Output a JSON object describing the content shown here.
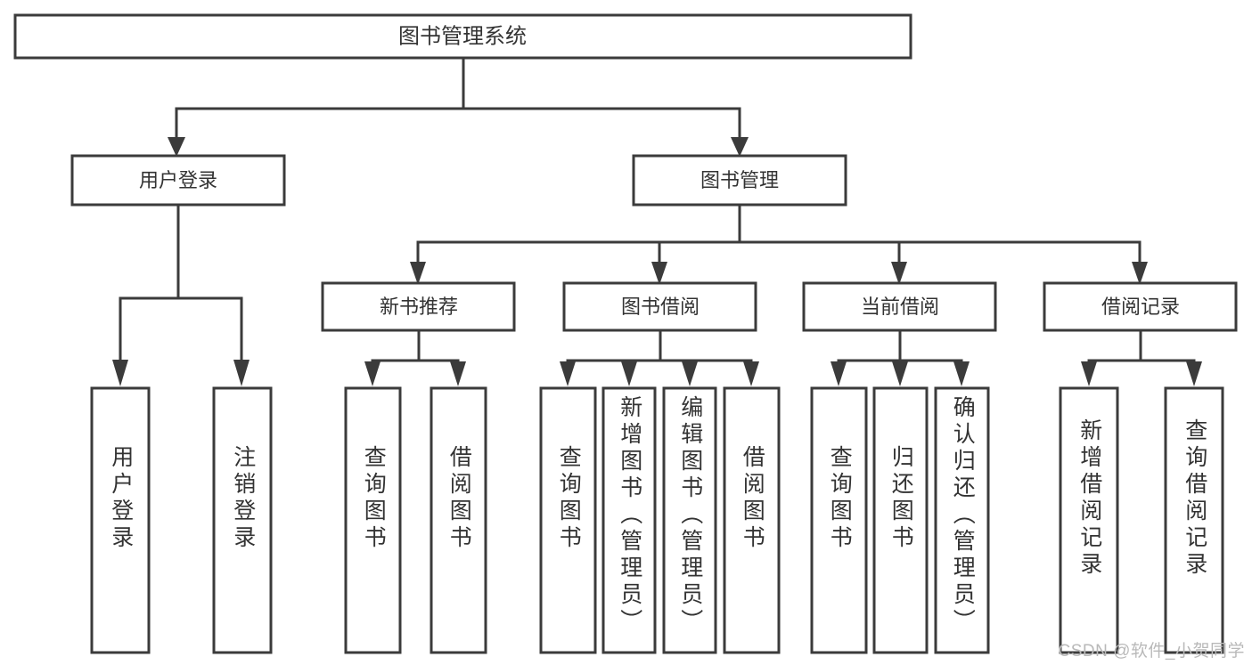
{
  "diagram": {
    "type": "tree-hierarchy-chart",
    "title": "图书管理系统",
    "watermark": "CSDN @软件_小贺同学",
    "colors": {
      "stroke": "#3b3b3b",
      "box_fill": "#ffffff",
      "text": "#333333",
      "background": "#ffffff",
      "watermark": "#b9b9b9"
    },
    "root": {
      "label": "图书管理系统"
    },
    "level2": [
      {
        "id": "user-login",
        "label": "用户登录"
      },
      {
        "id": "book-management",
        "label": "图书管理"
      }
    ],
    "level3": [
      {
        "id": "new-book-recommend",
        "label": "新书推荐",
        "parent": "book-management"
      },
      {
        "id": "book-borrow",
        "label": "图书借阅",
        "parent": "book-management"
      },
      {
        "id": "current-borrow",
        "label": "当前借阅",
        "parent": "book-management"
      },
      {
        "id": "borrow-record",
        "label": "借阅记录",
        "parent": "book-management"
      }
    ],
    "leaves": {
      "user-login": [
        {
          "id": "leaf-user-login",
          "label": "用户登录"
        },
        {
          "id": "leaf-logout-login",
          "label": "注销登录"
        }
      ],
      "new-book-recommend": [
        {
          "id": "leaf-query-book-1",
          "label": "查询图书"
        },
        {
          "id": "leaf-borrow-book-1",
          "label": "借阅图书"
        }
      ],
      "book-borrow": [
        {
          "id": "leaf-query-book-2",
          "label": "查询图书"
        },
        {
          "id": "leaf-add-book",
          "label": "新增图书（管理员）"
        },
        {
          "id": "leaf-edit-book",
          "label": "编辑图书（管理员）"
        },
        {
          "id": "leaf-borrow-book-2",
          "label": "借阅图书"
        }
      ],
      "current-borrow": [
        {
          "id": "leaf-query-book-3",
          "label": "查询图书"
        },
        {
          "id": "leaf-return-book",
          "label": "归还图书"
        },
        {
          "id": "leaf-confirm-return",
          "label": "确认归还（管理员）"
        }
      ],
      "borrow-record": [
        {
          "id": "leaf-add-borrow-record",
          "label": "新增借阅记录"
        },
        {
          "id": "leaf-query-borrow-record",
          "label": "查询借阅记录"
        }
      ]
    }
  }
}
